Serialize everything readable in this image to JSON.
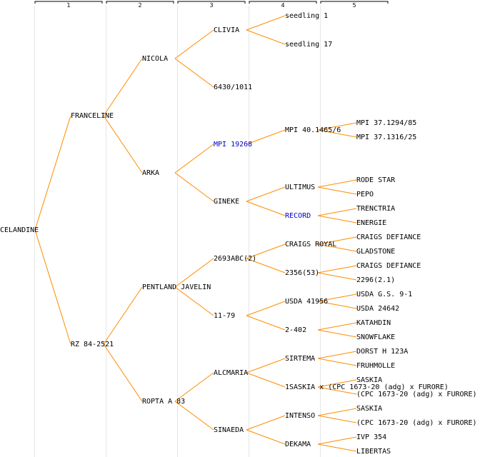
{
  "colors": {
    "edge": "#ff8c00",
    "text": "#000000",
    "link": "#0000cc",
    "separator": "#e6e6e6"
  },
  "generations": [
    "1",
    "2",
    "3",
    "4",
    "5"
  ],
  "nodes": [
    {
      "id": "n1",
      "label": "CELANDINE",
      "gen": 0,
      "row": 16,
      "parent": null
    },
    {
      "id": "n2",
      "label": "FRANCELINE",
      "gen": 1,
      "row": 8,
      "parent": "n1"
    },
    {
      "id": "n3",
      "label": "RZ 84-2521",
      "gen": 1,
      "row": 24,
      "parent": "n1"
    },
    {
      "id": "n4",
      "label": "NICOLA",
      "gen": 2,
      "row": 4,
      "parent": "n2"
    },
    {
      "id": "n5",
      "label": "ARKA",
      "gen": 2,
      "row": 12,
      "parent": "n2"
    },
    {
      "id": "n6",
      "label": "PENTLAND JAVELIN",
      "gen": 2,
      "row": 20,
      "parent": "n3"
    },
    {
      "id": "n7",
      "label": "ROPTA A 83",
      "gen": 2,
      "row": 28,
      "parent": "n3"
    },
    {
      "id": "n8",
      "label": "CLIVIA",
      "gen": 3,
      "row": 2,
      "parent": "n4"
    },
    {
      "id": "n9",
      "label": "6430/1011",
      "gen": 3,
      "row": 6,
      "parent": "n4"
    },
    {
      "id": "n10",
      "label": "MPI 19268",
      "gen": 3,
      "row": 10,
      "parent": "n5",
      "link": true
    },
    {
      "id": "n11",
      "label": "GINEKE",
      "gen": 3,
      "row": 14,
      "parent": "n5"
    },
    {
      "id": "n12",
      "label": "2693ABC(2)",
      "gen": 3,
      "row": 18,
      "parent": "n6"
    },
    {
      "id": "n13",
      "label": "11-79",
      "gen": 3,
      "row": 22,
      "parent": "n6"
    },
    {
      "id": "n14",
      "label": "ALCMARIA",
      "gen": 3,
      "row": 26,
      "parent": "n7"
    },
    {
      "id": "n15",
      "label": "SINAEDA",
      "gen": 3,
      "row": 30,
      "parent": "n7"
    },
    {
      "id": "n16",
      "label": "seedling 1",
      "gen": 4,
      "row": 1,
      "parent": "n8"
    },
    {
      "id": "n17",
      "label": "seedling 17",
      "gen": 4,
      "row": 3,
      "parent": "n8"
    },
    {
      "id": "n18",
      "label": "MPI 40.1465/6",
      "gen": 4,
      "row": 9,
      "parent": "n10"
    },
    {
      "id": "n19",
      "label": "ULTIMUS",
      "gen": 4,
      "row": 13,
      "parent": "n11"
    },
    {
      "id": "n20",
      "label": "RECORD",
      "gen": 4,
      "row": 15,
      "parent": "n11",
      "link": true
    },
    {
      "id": "n21",
      "label": "CRAIGS ROYAL",
      "gen": 4,
      "row": 17,
      "parent": "n12"
    },
    {
      "id": "n22",
      "label": "2356(53)",
      "gen": 4,
      "row": 19,
      "parent": "n12"
    },
    {
      "id": "n23",
      "label": "USDA 41956",
      "gen": 4,
      "row": 21,
      "parent": "n13"
    },
    {
      "id": "n24",
      "label": "2-402",
      "gen": 4,
      "row": 23,
      "parent": "n13"
    },
    {
      "id": "n25",
      "label": "SIRTEMA",
      "gen": 4,
      "row": 25,
      "parent": "n14"
    },
    {
      "id": "n26",
      "label": "1SASKIA x (CPC 1673-20 (adg) x FURORE)",
      "gen": 4,
      "row": 27,
      "parent": "n14"
    },
    {
      "id": "n27",
      "label": "INTENSO",
      "gen": 4,
      "row": 29,
      "parent": "n15"
    },
    {
      "id": "n28",
      "label": "DEKAMA",
      "gen": 4,
      "row": 31,
      "parent": "n15"
    },
    {
      "id": "n29",
      "label": "MPI 37.1294/85",
      "gen": 5,
      "row": 8.5,
      "parent": "n18"
    },
    {
      "id": "n30",
      "label": "MPI 37.1316/25",
      "gen": 5,
      "row": 9.5,
      "parent": "n18"
    },
    {
      "id": "n31",
      "label": "RODE STAR",
      "gen": 5,
      "row": 12.5,
      "parent": "n19"
    },
    {
      "id": "n32",
      "label": "PEPO",
      "gen": 5,
      "row": 13.5,
      "parent": "n19"
    },
    {
      "id": "n33",
      "label": "TRENCTRIA",
      "gen": 5,
      "row": 14.5,
      "parent": "n20"
    },
    {
      "id": "n34",
      "label": "ENERGIE",
      "gen": 5,
      "row": 15.5,
      "parent": "n20"
    },
    {
      "id": "n35",
      "label": "CRAIGS DEFIANCE",
      "gen": 5,
      "row": 16.5,
      "parent": "n21"
    },
    {
      "id": "n36",
      "label": "GLADSTONE",
      "gen": 5,
      "row": 17.5,
      "parent": "n21"
    },
    {
      "id": "n37",
      "label": "CRAIGS DEFIANCE",
      "gen": 5,
      "row": 18.5,
      "parent": "n22"
    },
    {
      "id": "n38",
      "label": "2296(2.1)",
      "gen": 5,
      "row": 19.5,
      "parent": "n22"
    },
    {
      "id": "n39",
      "label": "USDA G.S. 9-1",
      "gen": 5,
      "row": 20.5,
      "parent": "n23"
    },
    {
      "id": "n40",
      "label": "USDA 24642",
      "gen": 5,
      "row": 21.5,
      "parent": "n23"
    },
    {
      "id": "n41",
      "label": "KATAHDIN",
      "gen": 5,
      "row": 22.5,
      "parent": "n24"
    },
    {
      "id": "n42",
      "label": "SNOWFLAKE",
      "gen": 5,
      "row": 23.5,
      "parent": "n24"
    },
    {
      "id": "n43",
      "label": "DORST H 123A",
      "gen": 5,
      "row": 24.5,
      "parent": "n25"
    },
    {
      "id": "n44",
      "label": "FRUHMOLLE",
      "gen": 5,
      "row": 25.5,
      "parent": "n25"
    },
    {
      "id": "n45",
      "label": "SASKIA",
      "gen": 5,
      "row": 26.5,
      "parent": "n26"
    },
    {
      "id": "n46",
      "label": "(CPC 1673-20 (adg) x FURORE)",
      "gen": 5,
      "row": 27.5,
      "parent": "n26"
    },
    {
      "id": "n47",
      "label": "SASKIA",
      "gen": 5,
      "row": 28.5,
      "parent": "n27"
    },
    {
      "id": "n48",
      "label": "(CPC 1673-20 (adg) x FURORE)",
      "gen": 5,
      "row": 29.5,
      "parent": "n27"
    },
    {
      "id": "n49",
      "label": "IVP 354",
      "gen": 5,
      "row": 30.5,
      "parent": "n28"
    },
    {
      "id": "n50",
      "label": "LIBERTAS",
      "gen": 5,
      "row": 31.5,
      "parent": "n28"
    }
  ]
}
